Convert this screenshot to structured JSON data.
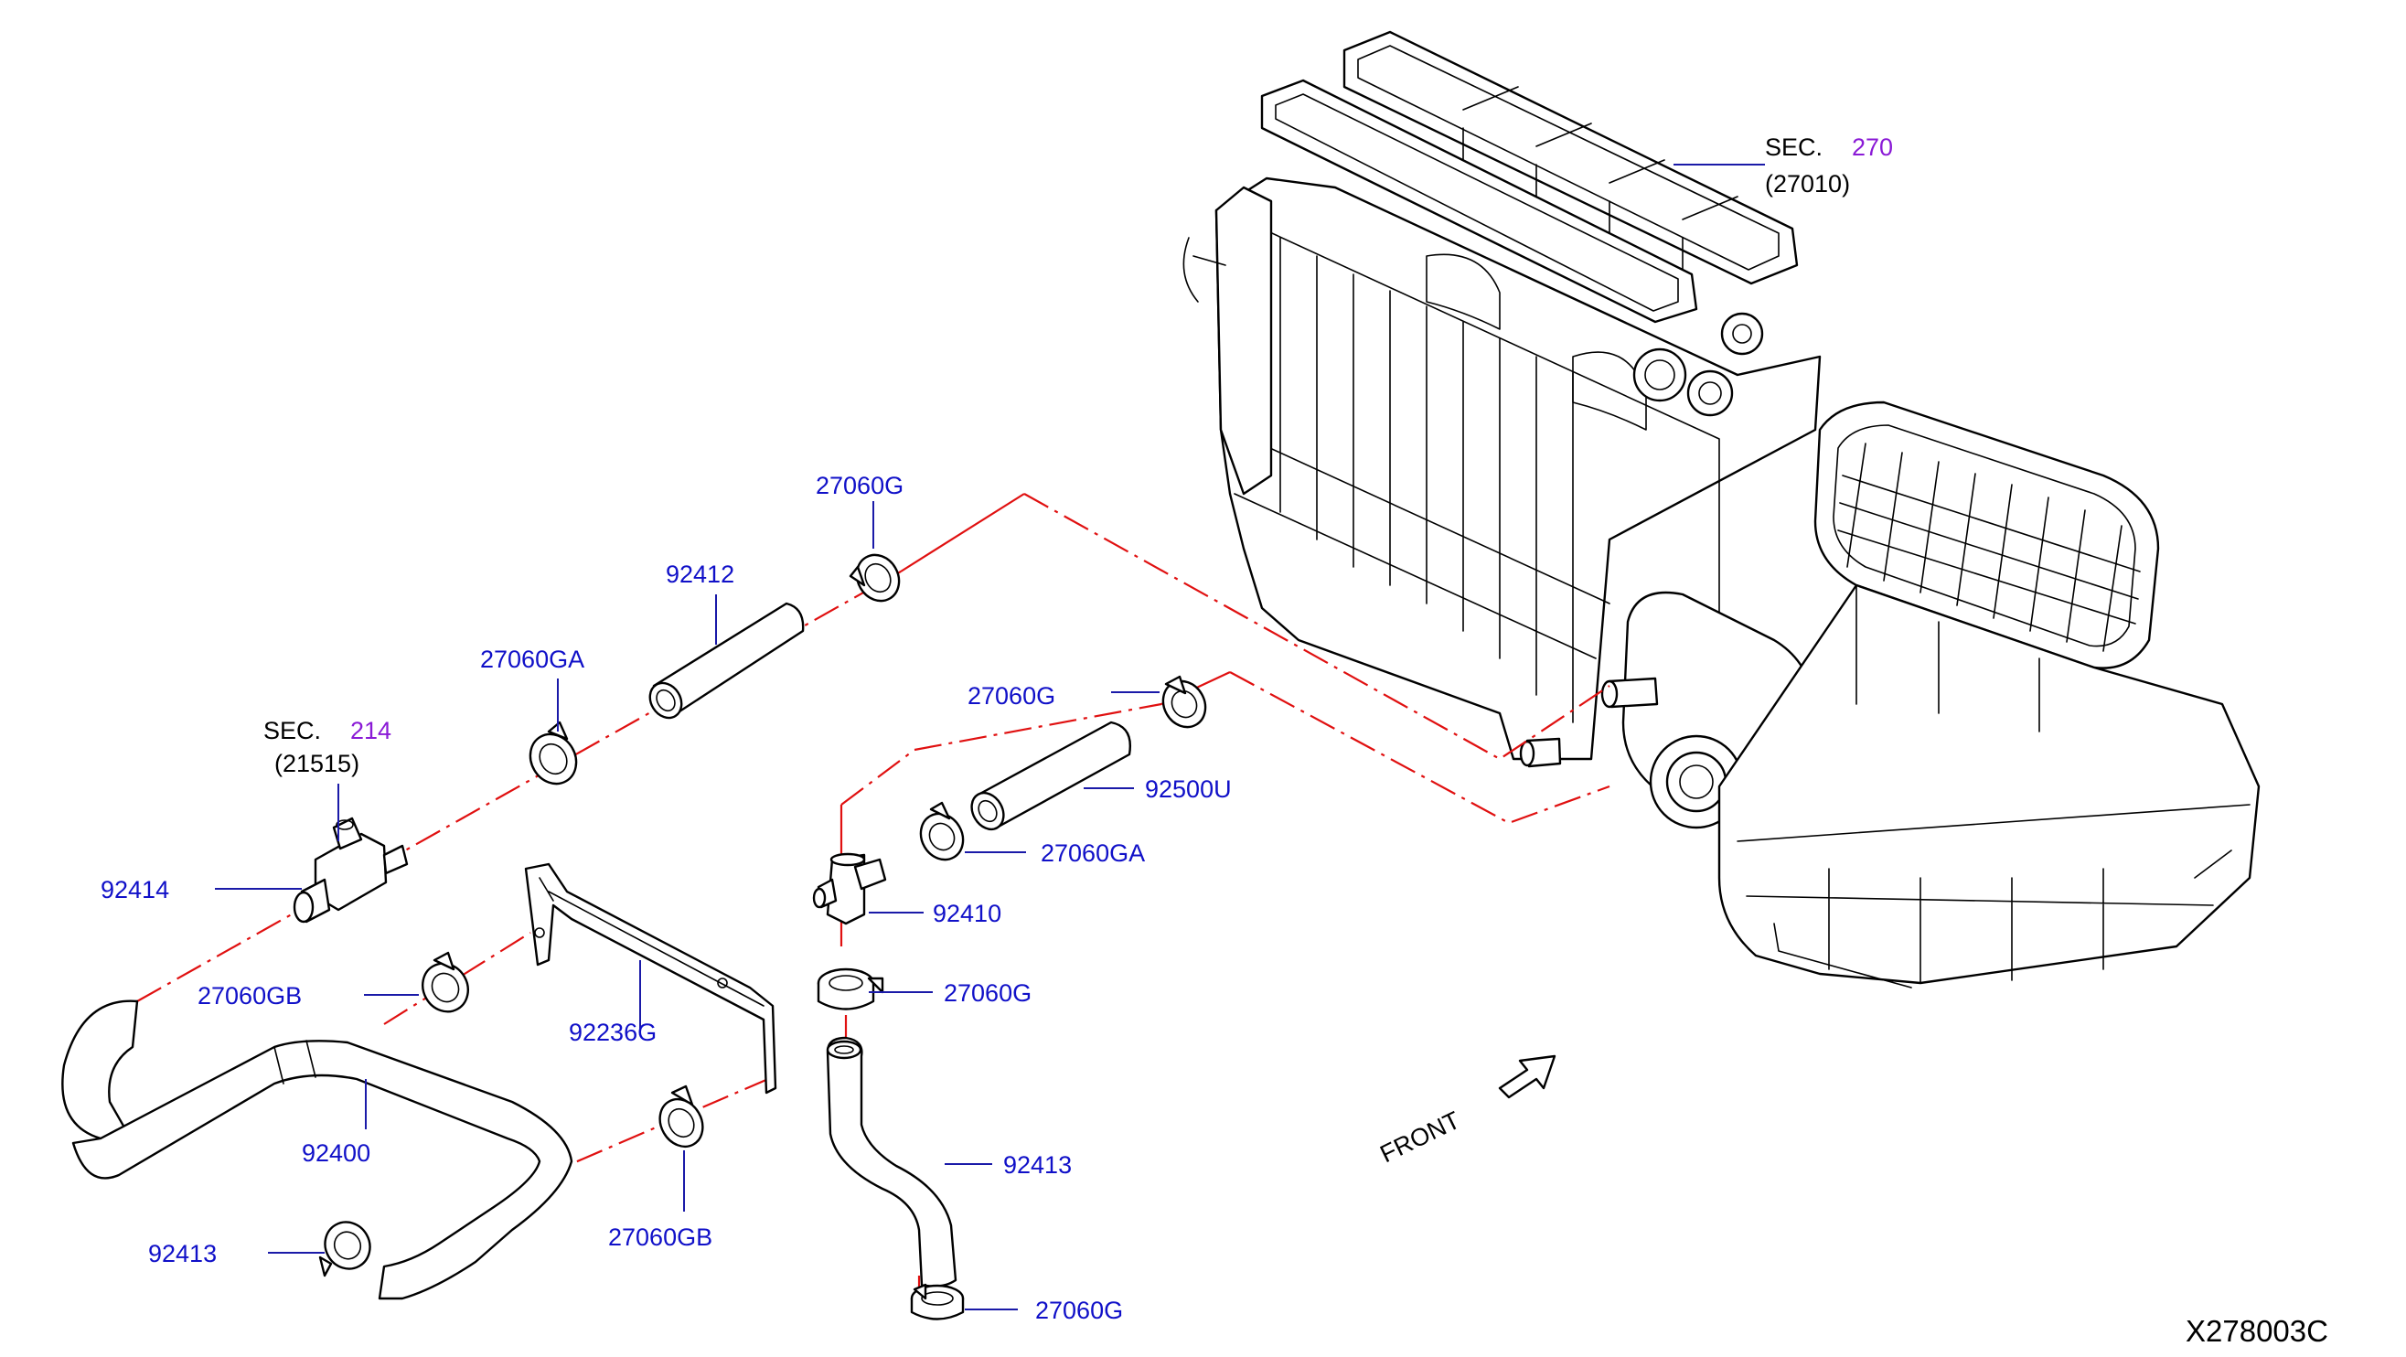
{
  "colors": {
    "label": "#1010c8",
    "section_ref": "#8a1ad6",
    "connector": "#e01010",
    "line": "#000000"
  },
  "heater_unit": {
    "sec_prefix": "SEC.",
    "sec_num": "270",
    "part": "(27010)"
  },
  "water_pipe_sec": {
    "sec_prefix": "SEC.",
    "sec_num": "214",
    "part": "(21515)"
  },
  "labels": {
    "clamp_top": "27060G",
    "hose_92412": "92412",
    "clamp_ga_left": "27060GA",
    "clamp_g_mid": "27060G",
    "hose_92500u": "92500U",
    "clamp_ga_mid": "27060GA",
    "joint_92410": "92410",
    "clamp_g_lower": "27060G",
    "joint_92414": "92414",
    "clamp_gb_left": "27060GB",
    "bracket_92236g": "92236G",
    "hose_92400": "92400",
    "clamp_gb_bottom": "27060GB",
    "hose_92413_left": "92413",
    "hose_92413_right": "92413",
    "clamp_g_bottom": "27060G"
  },
  "front_label": "FRONT",
  "diagram_code": "X278003C"
}
